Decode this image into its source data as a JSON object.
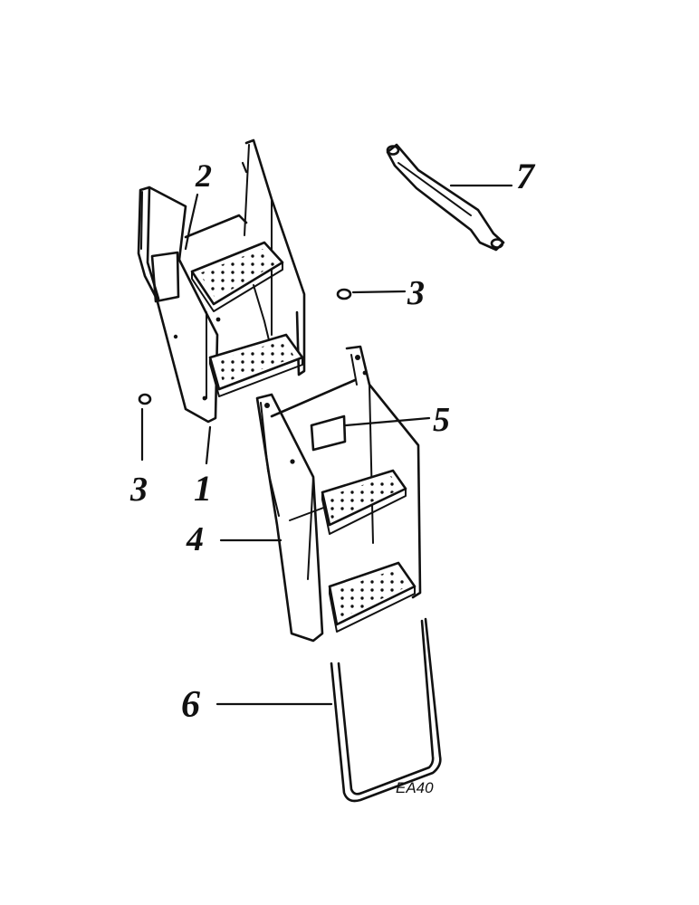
{
  "callouts": {
    "c1": "1",
    "c2": "2",
    "c3a": "3",
    "c3b": "3",
    "c4": "4",
    "c5": "5",
    "c6": "6",
    "c7": "7"
  },
  "drawing_code": "EA40"
}
